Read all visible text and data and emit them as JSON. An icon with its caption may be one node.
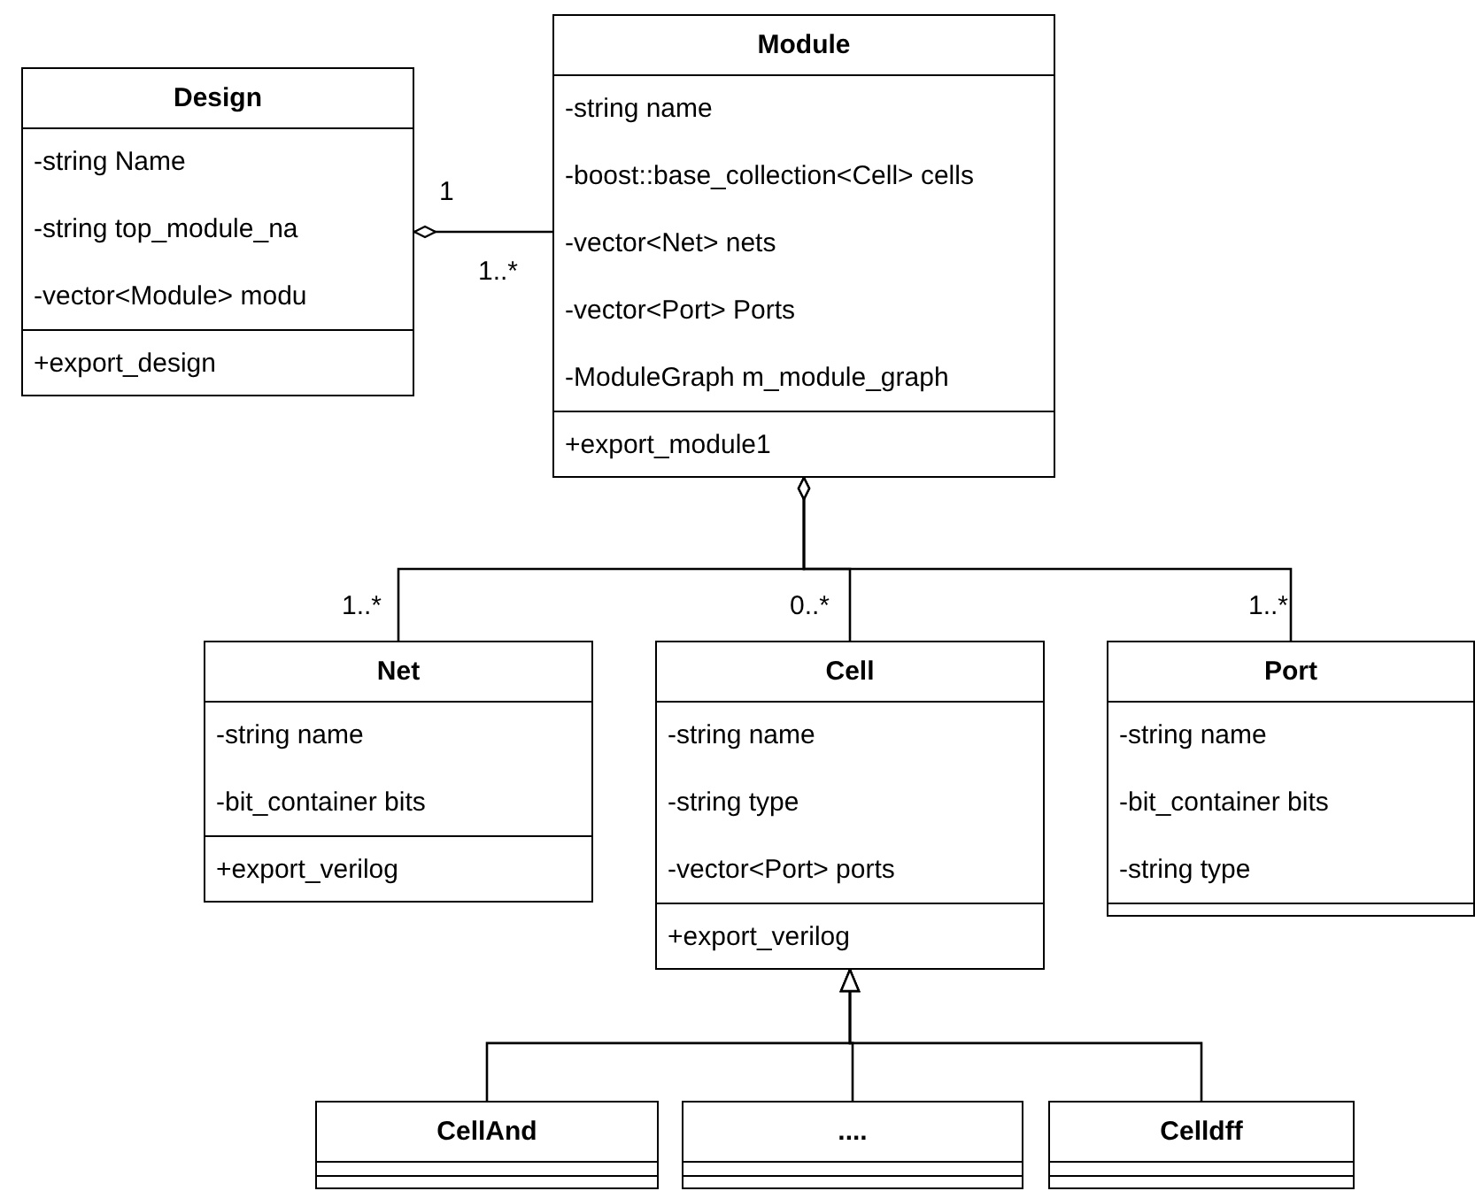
{
  "diagram": {
    "nodes": [
      {
        "text": [
          "Design",
          "-string Name",
          "-string top_module_na",
          "-vector<Module> modu",
          "+export_design"
        ]
      },
      {
        "text": [
          "Module",
          "-string name",
          "-boost::base_collection<Cell> cells",
          "-vector<Net> nets",
          "-vector<Port> Ports",
          "-ModuleGraph m_module_graph",
          "+export_module1"
        ]
      },
      {
        "text": [
          "Net",
          "-string name",
          "-bit_container bits",
          "+export_verilog"
        ]
      },
      {
        "text": [
          "Cell",
          "-string name",
          "-string type",
          "-vector<Port> ports",
          "+export_verilog"
        ]
      },
      {
        "text": [
          "Port",
          "-string name",
          "-bit_container bits",
          "-string type"
        ]
      },
      {
        "text": [
          "CellAnd"
        ]
      },
      {
        "text": [
          "...."
        ]
      },
      {
        "text": [
          "Celldff"
        ]
      }
    ],
    "edges": [
      {
        "from": 1,
        "to": 0,
        "arrow": "other"
      },
      {
        "from": 2,
        "to": 1,
        "arrow": "other"
      },
      {
        "from": 3,
        "to": 1,
        "arrow": "other"
      },
      {
        "from": 4,
        "to": 1,
        "arrow": "other"
      },
      {
        "from": 5,
        "to": 3,
        "arrow": "to"
      },
      {
        "from": 6,
        "to": 3,
        "arrow": "to"
      },
      {
        "from": 7,
        "to": 3,
        "arrow": "to"
      }
    ],
    "labels": [
      "1",
      "1..*",
      "1..*",
      "0..*",
      "1..*"
    ]
  }
}
